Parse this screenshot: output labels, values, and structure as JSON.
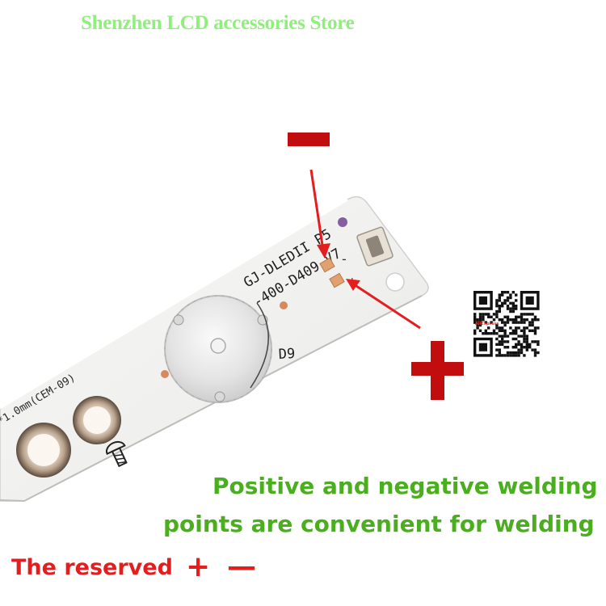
{
  "store_title": "Shenzhen LCD accessories Store",
  "board": {
    "model_line1": "GJ-DLEDII P5",
    "model_line2": "-400-D409-V7",
    "led_label": "D9",
    "pad_minus_mark": "-",
    "pad_plus_mark": "+",
    "substrate_text": "*1.0mm(CEM-09)"
  },
  "qr": {
    "brand_text": "AliExpress"
  },
  "caption": {
    "line1": "Positive and negative welding",
    "line2": "points are convenient for welding",
    "reserved_text": "The reserved",
    "reserved_plus": "+",
    "reserved_minus": "—"
  },
  "colors": {
    "title_green": "#8ef07a",
    "caption_green": "#4aae1e",
    "accent_red": "#e41e1e",
    "marker_dark_red": "#c10d0d",
    "pcb_white": "#f2f2f0",
    "copper": "#d68a5c"
  },
  "icons": {
    "minus_marker": "minus-sign-icon",
    "plus_marker": "plus-sign-icon",
    "screw": "screw-icon",
    "qr_code": "qr-code-icon"
  }
}
